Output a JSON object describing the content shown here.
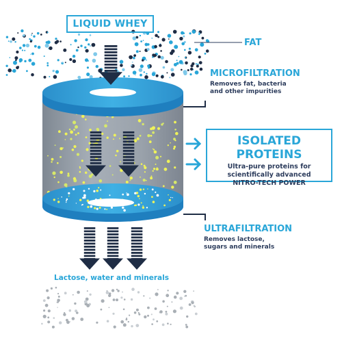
{
  "labels": {
    "liquid_whey": "LIQUID WHEY",
    "fat": "FAT",
    "microfiltration": {
      "title": "MICROFILTRATION",
      "desc": [
        "Removes fat, bacteria",
        "and other impurities"
      ]
    },
    "isolated_proteins": {
      "title": "ISOLATED PROTEINS",
      "desc": [
        "Ultra-pure proteins for",
        "scientifically advanced",
        "NITRO-TECH POWER"
      ]
    },
    "ultrafiltration": {
      "title": "ULTRAFILTRATION",
      "desc": [
        "Removes lactose,",
        "sugars and minerals"
      ]
    },
    "output": "Lactose, water and minerals"
  },
  "colors": {
    "accent": "#29a6d8",
    "navy": "#1f2d45",
    "cylinder_body": "#9aa3ad",
    "particle_yellow": "#eef25a",
    "particle_gray": "#a9afb5"
  },
  "icons": [
    "down-arrow-icon",
    "right-arrow-icon",
    "leader-line"
  ]
}
